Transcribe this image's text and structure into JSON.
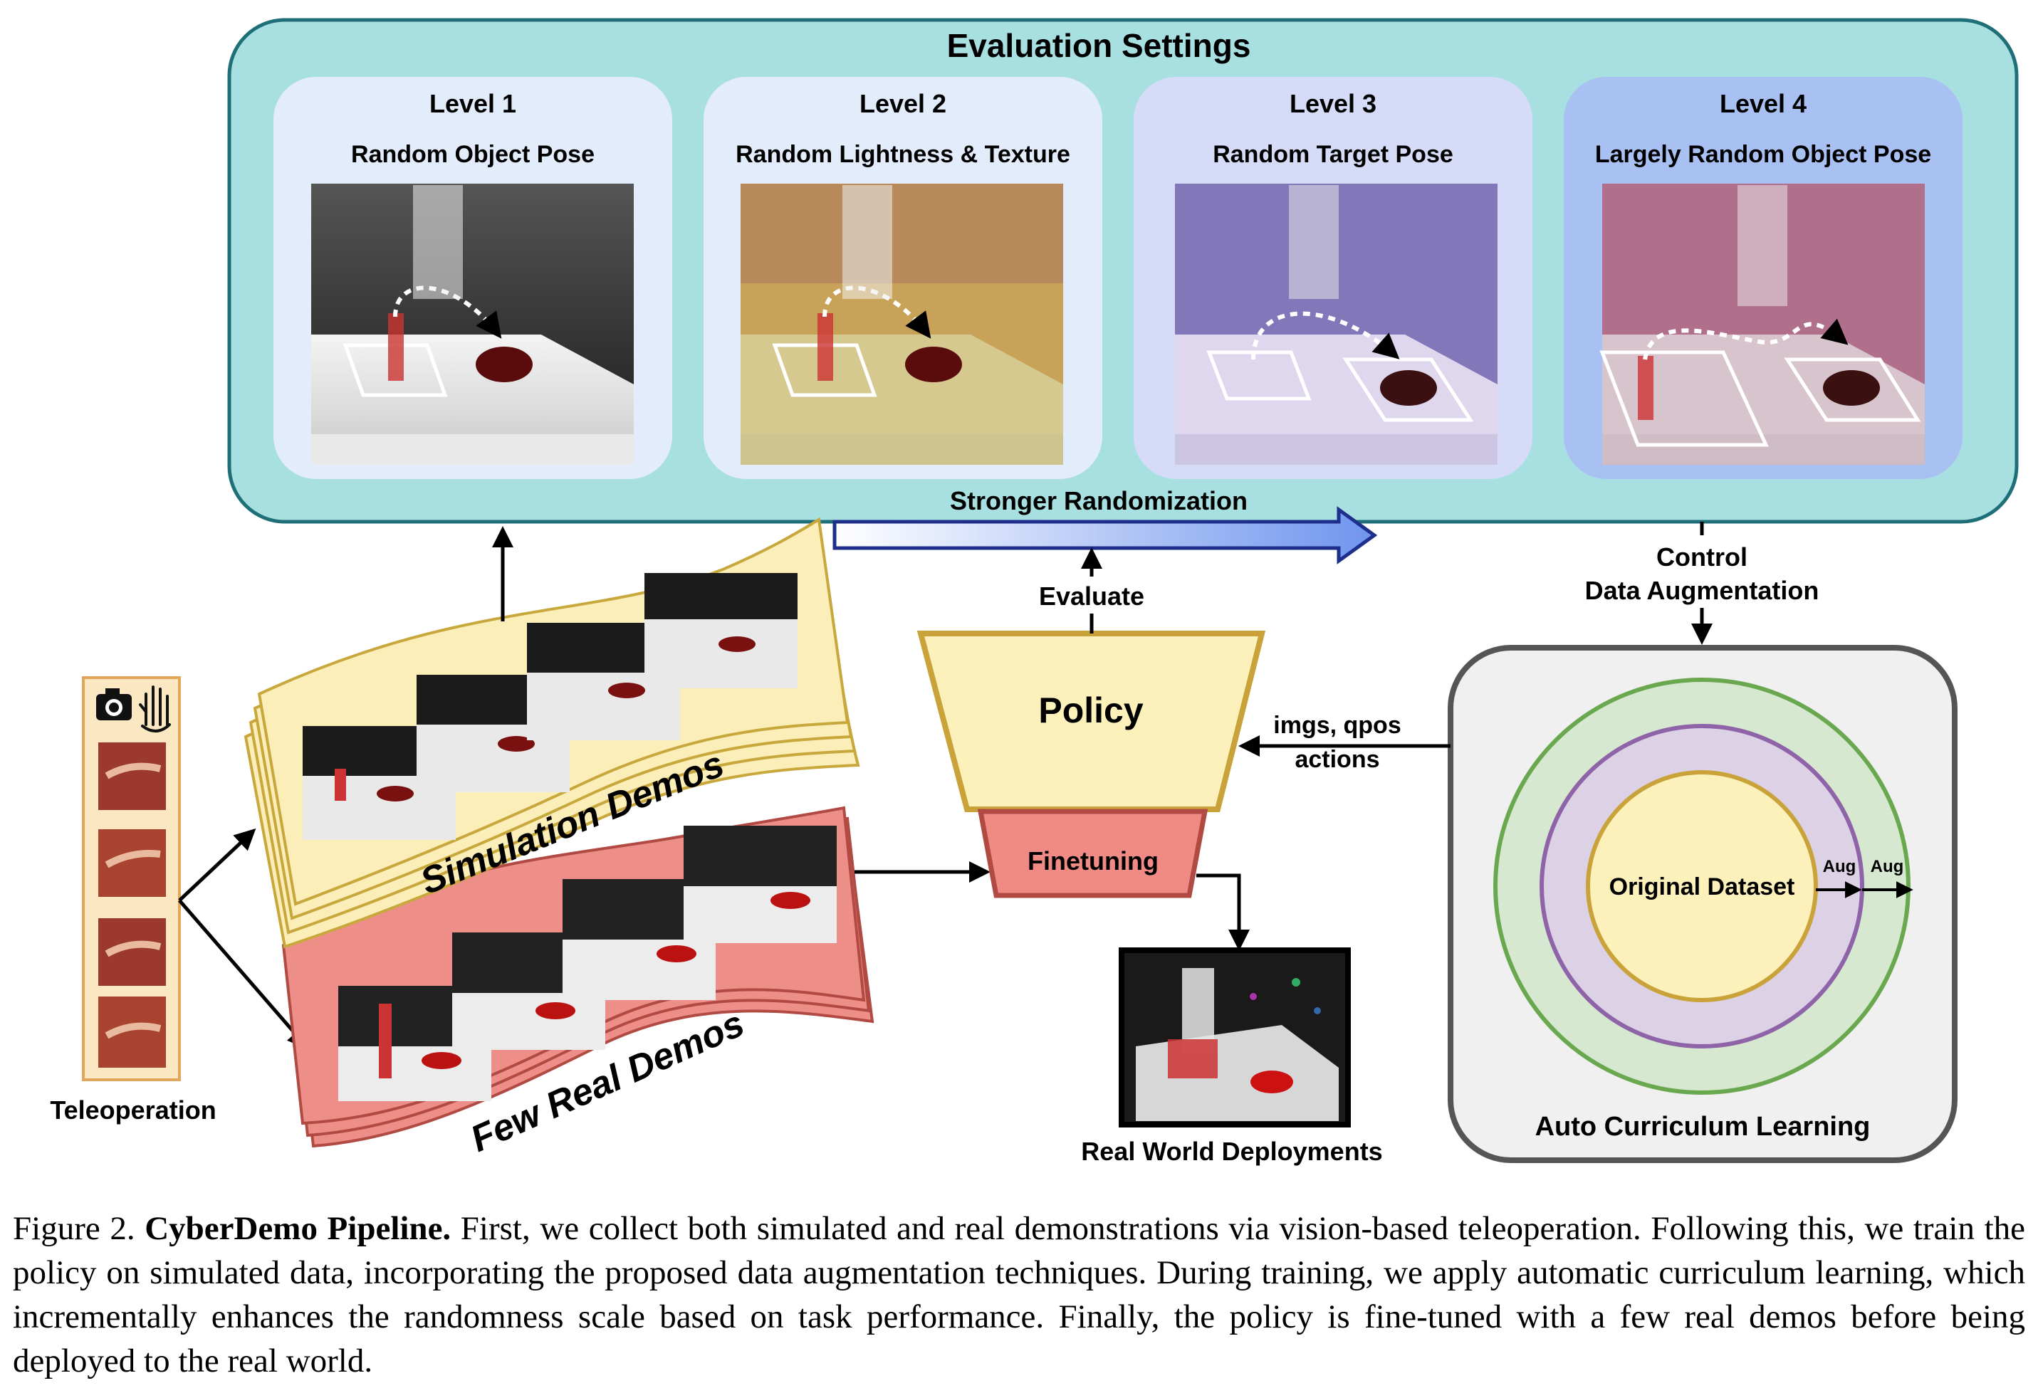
{
  "evaluation": {
    "title": "Evaluation Settings",
    "levels": [
      {
        "title": "Level 1",
        "subtitle": "Random Object Pose"
      },
      {
        "title": "Level 2",
        "subtitle": "Random Lightness & Texture"
      },
      {
        "title": "Level 3",
        "subtitle": "Random Target Pose"
      },
      {
        "title": "Level 4",
        "subtitle": "Largely Random Object Pose"
      }
    ],
    "arrow_label": "Stronger Randomization"
  },
  "labels": {
    "control": "Control",
    "data_augmentation": "Data Augmentation",
    "evaluate": "Evaluate",
    "policy": "Policy",
    "finetuning": "Finetuning",
    "inputs_line1": "imgs, qpos",
    "inputs_line2": "actions",
    "teleoperation": "Teleoperation",
    "simulation_demos": "Simulation Demos",
    "few_real_demos": "Few Real Demos",
    "real_world": "Real World Deployments",
    "original_dataset": "Original Dataset",
    "aug1": "Aug",
    "aug2": "Aug",
    "auto_curriculum": "Auto Curriculum Learning"
  },
  "colors": {
    "eval_bg": "#a8dfe0",
    "eval_border": "#1f6f78",
    "sim_fill": "#fbeeb8",
    "sim_border": "#c8a83c",
    "real_fill": "#ee8e88",
    "real_border": "#b24a44",
    "policy_fill": "#fdf1bb",
    "policy_border": "#c9a33a",
    "finetune_fill": "#f08a84",
    "outer_ring": "#d6e8cf",
    "middle_ring": "#ddd1e6",
    "inner_circle": "#fdf1bb"
  },
  "caption": {
    "figure": "Figure 2.",
    "title": "CyberDemo Pipeline.",
    "text": "First, we collect both simulated and real demonstrations via vision-based teleoperation. Following this, we train the policy on simulated data, incorporating the proposed data augmentation techniques. During training, we apply automatic curriculum learning, which incrementally enhances the randomness scale based on task performance. Finally, the policy is fine-tuned with a few real demos before being deployed to the real world."
  }
}
